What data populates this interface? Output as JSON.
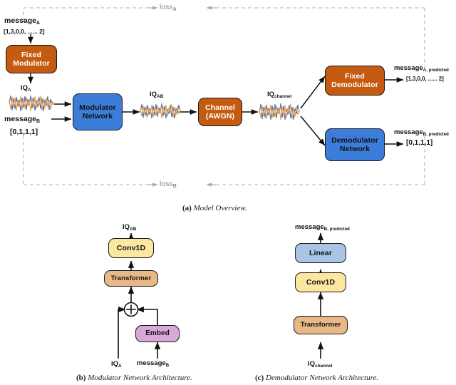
{
  "figure": {
    "title": "Neural modulator / demodulator model figure",
    "panels": [
      {
        "id": "a",
        "tag": "(a)",
        "caption": "Model Overview."
      },
      {
        "id": "b",
        "tag": "(b)",
        "caption": "Modulator Network Architecture."
      },
      {
        "id": "c",
        "tag": "(c)",
        "caption": "Demodulator Network Architecture."
      }
    ]
  },
  "colors": {
    "orange": "#C55A11",
    "blue": "#3B7DD8",
    "yellow": "#FBE8A0",
    "tan": "#E8B887",
    "purple": "#D9A8D8",
    "light_blue": "#A9C5E3",
    "wave_blue": "#4472C4",
    "wave_orange": "#ED9C3C",
    "dashed_gray": "#B0B0B0",
    "outline": "#1A1A1A"
  },
  "overview": {
    "nodes": {
      "fixed_modulator": {
        "line1": "Fixed",
        "line2": "Modulator"
      },
      "modulator_network": {
        "line1": "Modulator",
        "line2": "Network"
      },
      "channel": {
        "line1": "Channel",
        "line2": "(AWGN)"
      },
      "fixed_demodulator": {
        "line1": "Fixed",
        "line2": "Demodulator"
      },
      "demodulator_network": {
        "line1": "Demodulator",
        "line2": "Network"
      }
    },
    "labels": {
      "message_a": "message",
      "message_a_sub": "A",
      "message_a_value": "[1,3,0,0, ...... 2]",
      "message_b": "message",
      "message_b_sub": "B",
      "message_b_value": "[0,1,1,1]",
      "iq_a": "IQ",
      "iq_a_sub": "A",
      "iq_ab": "IQ",
      "iq_ab_sub": "AB",
      "iq_channel": "IQ",
      "iq_channel_sub": "channel",
      "message_a_pred": "message",
      "message_a_pred_sub": "A, predicted",
      "message_a_pred_value": "[1,3,0,0, ...... 2]",
      "message_b_pred": "message",
      "message_b_pred_sub": "B, predicted",
      "message_b_pred_value": "[0,1,1,1]",
      "loss_a": "loss",
      "loss_a_sub": "A",
      "loss_b": "loss",
      "loss_b_sub": "B"
    }
  },
  "modulator_arch": {
    "output_label": "IQ",
    "output_label_sub": "AB",
    "boxes": [
      {
        "name": "conv1d",
        "label": "Conv1D"
      },
      {
        "name": "transformer",
        "label": "Transformer"
      },
      {
        "name": "embed",
        "label": "Embed"
      }
    ],
    "adder_symbol": "+",
    "input_left": "IQ",
    "input_left_sub": "A",
    "input_right": "message",
    "input_right_sub": "B"
  },
  "demodulator_arch": {
    "output_label": "message",
    "output_label_sub": "B, predicted",
    "boxes": [
      {
        "name": "linear",
        "label": "Linear"
      },
      {
        "name": "conv1d",
        "label": "Conv1D"
      },
      {
        "name": "transformer",
        "label": "Transformer"
      }
    ],
    "input_label": "IQ",
    "input_label_sub": "channel"
  }
}
